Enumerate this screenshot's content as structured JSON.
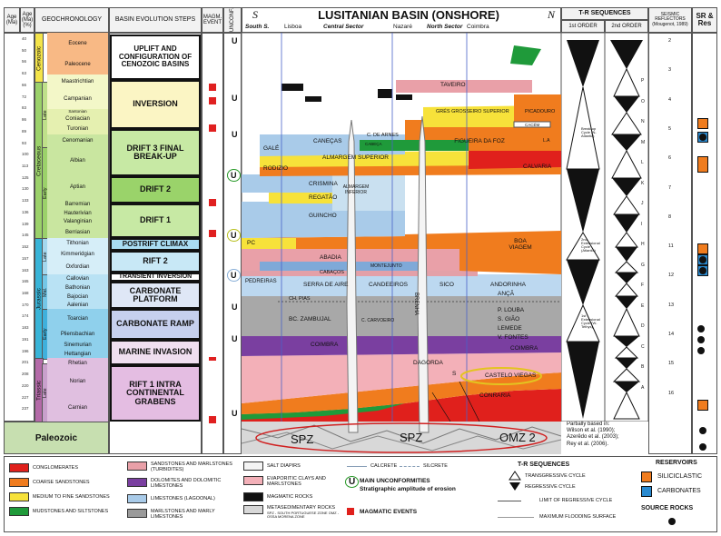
{
  "headers": {
    "age_ma": "Age (Ma)",
    "age_ma2": "Age (Ma) (%)",
    "geochronology": "GEOCHRONOLOGY",
    "basin_steps": "BASIN EVOLUTION STEPS",
    "magm_event": "MAGM. EVENT",
    "unconf": "UNCONF.",
    "title": "LUSITANIAN BASIN (ONSHORE)",
    "s_label": "S",
    "n_label": "N",
    "tr": "T-R SEQUENCES",
    "tr_1st": "1st ORDER",
    "tr_2nd": "2nd ORDER",
    "seismic": "SEISMIC REFLECTORS (Mougenot, 1989)",
    "sr": "SR & Res"
  },
  "sectors": [
    "South S.",
    "Lisboa",
    "Central Sector",
    "Nazaré",
    "North Sector",
    "Coimbra"
  ],
  "ages": [
    "40",
    "50",
    "56",
    "63",
    "66",
    "72",
    "83",
    "86",
    "89",
    "93",
    "100",
    "113",
    "125",
    "130",
    "133",
    "136",
    "139",
    "145",
    "152",
    "157",
    "163",
    "165",
    "168",
    "170",
    "174",
    "183",
    "191",
    "196",
    "201",
    "208",
    "220",
    "227",
    "237"
  ],
  "periods": {
    "cenozoic": "Cenozoic",
    "cretaceous": "Cretaceous",
    "late_cret": "Late",
    "early_cret": "Early",
    "neocom": "Neocom",
    "jurassic": "Jurassic",
    "late_jur": "Late",
    "mid_jur": "Mid.",
    "early_jur": "Early",
    "triassic": "Triassic",
    "late_tri": "Late",
    "paleozoic": "Paleozoic"
  },
  "stages": [
    "Eocene",
    "Paleocene",
    "Maastrichtian",
    "Campanian",
    "Santonian",
    "Coniacian",
    "Turonian",
    "Cenomanian",
    "Albian",
    "Aptian",
    "Barremian",
    "Hauterivian",
    "Valanginian",
    "Berriasian",
    "Tithonian",
    "Kimmeridgian",
    "Oxfordian",
    "Callovian",
    "Bathonian",
    "Bajocian",
    "Aalenian",
    "Toarcian",
    "Pliensbachian",
    "Sinemurian",
    "Hettangian",
    "Rhetian",
    "Norian",
    "Carnian"
  ],
  "evolution": [
    "UPLIFT AND CONFIGURATION OF CENOZOIC BASINS",
    "INVERSION",
    "DRIFT 3 FINAL BREAK-UP",
    "DRIFT 2",
    "DRIFT 1",
    "POSTRIFT CLIMAX",
    "RIFT 2",
    "TRANSIENT INVERSION",
    "CARBONATE PLATFORM",
    "CARBONATE RAMP",
    "MARINE INVASION",
    "RIFT 1 INTRA CONTINENTAL GRABENS"
  ],
  "unconformity_symbol": "U",
  "basin_labels": {
    "taveiro": "TAVEIRO",
    "gres": "GRÉS GROSSEIRO SUPERIOR",
    "picadouro": "PICADOURO",
    "cacem": "CACÉM",
    "canecas": "CANEÇAS",
    "c_arnes": "C. DE ARNES",
    "cabeca": "CABEÇA",
    "figueira": "FIGUEIRA DA FOZ",
    "la": "L.A",
    "gale": "GALÉ",
    "almargem": "ALMARGEM SUPERIOR",
    "rodizio": "RODIZIO",
    "calvaria": "CALVARIA",
    "crismina": "CRISMINA",
    "almargem_inf": "ALMARGEM INFERIOR",
    "regatao": "REGATÃO",
    "guincho": "GUINCHO",
    "boa": "BOA VIAGEM",
    "pc": "PC",
    "abadia": "ABADIA",
    "montejunto": "MONTEJUNTO",
    "cabacos": "CABAÇOS",
    "pedreiras": "PEDREIRAS",
    "serra": "SERRA DE AIRE",
    "candeeiros": "CANDEEIROS",
    "sico": "SICO",
    "andorinha": "ANDORINHA",
    "anca": "ANÇÃ",
    "ch_pias": "CH. PIAS",
    "brenha": "BRENHA",
    "zambujal": "BC. ZAMBUJAL",
    "carvoeiro": "C. CARVOEIRO",
    "plouba": "P. LOUBA",
    "sgiao": "S. GIÃO",
    "lemede": "LEMEDE",
    "vfontes": "V. FONTES",
    "coimbra": "COIMBRA",
    "dagorda": "DAGORDA",
    "s": "S",
    "castelo": "CASTELO VIEGAS",
    "conraria": "CONRARIA",
    "spz1": "SPZ",
    "spz2": "SPZ",
    "omz": "OMZ 2"
  },
  "tr_notes": {
    "c1": "Break-up Cycle (N-Atlantic)",
    "c2": "2nd Extensional Cycle (N-Atlantic)",
    "c3": "2nd Extensional Cycle (Atlantic)",
    "c4": "1st Extensional Cycle (W-Tethys)"
  },
  "second_order_letters": [
    "P",
    "O",
    "N",
    "M",
    "L",
    "K",
    "J",
    "I",
    "H",
    "G",
    "F",
    "E",
    "D",
    "C",
    "B",
    "A"
  ],
  "seismic_numbers": [
    "2",
    "3",
    "4",
    "5",
    "6",
    "7",
    "8",
    "11",
    "12",
    "13",
    "14",
    "15",
    "16"
  ],
  "reference": [
    "Partially based in:",
    "Wilson et al. (1990);",
    "Azerêdo et al. (2003);",
    "Rey et al. (2006)."
  ],
  "legend": {
    "conglomerates": "CONGLOMERATES",
    "coarse": "COARSE SANDSTONES",
    "medium": "MEDIUM TO FINE SANDSTONES",
    "mudstones": "MUDSTONES AND SILTSTONES",
    "turbidites": "SANDSTONES AND MARLSTONES (TURBIDITES)",
    "dolomites": "DOLOMITES AND DOLOMITIC LIMESTONES",
    "limestones": "LIMESTONES (LAGOONAL)",
    "marlstones": "MARLSTONES AND MARLY LIMESTONES",
    "salt": "SALT DIAPIRS",
    "evaporitic": "EVAPORITIC CLAYS AND MARLSTONES",
    "magmatic_rocks": "MAGMATIC ROCKS",
    "metased": "METASEDIMENTARY ROCKS",
    "metased_sub": "SPZ - SOUTH PORTUGUESE ZONE  OMZ - OSSA MORENA ZONE",
    "calcrete": "CALCRETE",
    "silcrete": "SILCRETE",
    "main_unconf": "MAIN UNCONFORMITIES",
    "strat_amp": "Stratigraphic amplitude of erosion",
    "magm_events": "MAGMATIC EVENTS",
    "tr_title": "T-R SEQUENCES",
    "transgressive": "TRANSGRESSIVE CYCLE",
    "regressive": "REGRESSIVE CYCLE",
    "limit": "LIMIT OF REGRESSIVE CYCLE",
    "mfs": "MAXIMUM FLOODING SURFACE",
    "reservoirs": "RESERVOIRS",
    "siliciclastic": "SILICICLASTIC",
    "carbonates": "CARBONATES",
    "source": "SOURCE ROCKS"
  },
  "colors": {
    "red": "#e0201c",
    "orange": "#f07c1e",
    "yellow": "#f7e23a",
    "green": "#1f9a3a",
    "pink": "#e9a0a8",
    "purple": "#7a3fa0",
    "blue": "#a9cbe9",
    "gray": "#9a9a9a",
    "paleozoic": "#c7dfb0"
  }
}
